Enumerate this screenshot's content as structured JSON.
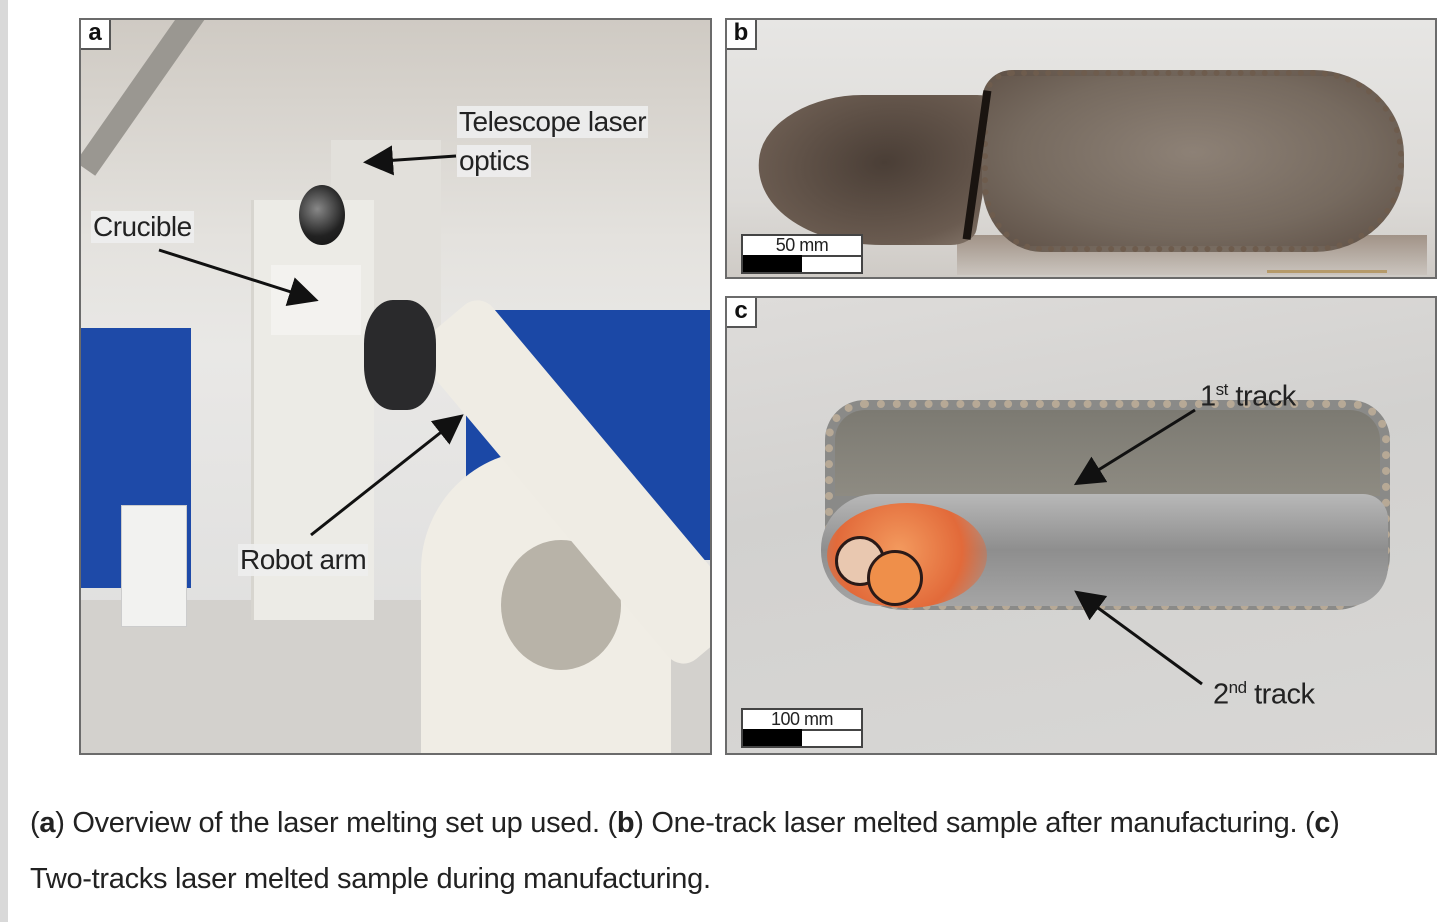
{
  "figure": {
    "panels": [
      {
        "letter": "a",
        "labels": {
          "telescope_line1": "Telescope laser",
          "telescope_line2": "optics",
          "crucible": "Crucible",
          "robot_arm": "Robot arm"
        }
      },
      {
        "letter": "b",
        "scale_bar": "50 mm"
      },
      {
        "letter": "c",
        "labels": {
          "track1_num": "1",
          "track1_sup": "st",
          "track1_word": " track",
          "track2_num": "2",
          "track2_sup": "nd",
          "track2_word": " track"
        },
        "scale_bar": "100 mm"
      }
    ],
    "caption": {
      "a_letter": "a",
      "a_text": " Overview of the laser melting set up used. ",
      "b_letter": "b",
      "b_text": " One-track laser melted sample after manufacturing. ",
      "c_letter": "c",
      "c_text": " Two-tracks laser melted sample during manufacturing."
    }
  }
}
